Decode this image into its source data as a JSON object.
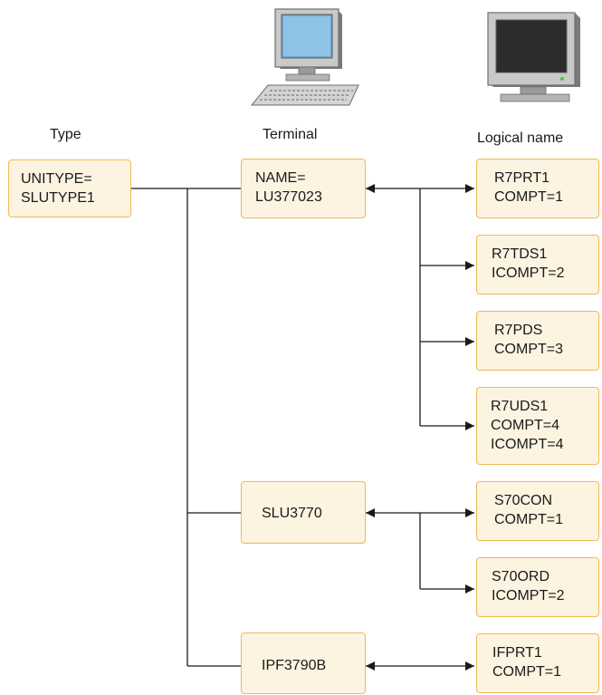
{
  "headers": {
    "type": "Type",
    "terminal": "Terminal",
    "logical_name": "Logical name"
  },
  "icons": {
    "terminal": "computer-with-keyboard-icon",
    "logical_name": "monitor-icon"
  },
  "type_box": {
    "line1": "UNITYPE=",
    "line2": "SLUTYPE1"
  },
  "terminals": [
    {
      "line1": "NAME=",
      "line2": "LU377023"
    },
    {
      "line1": "SLU3770"
    },
    {
      "line1": "IPF3790B"
    }
  ],
  "logical_names": [
    {
      "line1": "R7PRT1",
      "line2": "COMPT=1"
    },
    {
      "line1": "R7TDS1",
      "line2": "ICOMPT=2"
    },
    {
      "line1": "R7PDS",
      "line2": "COMPT=3"
    },
    {
      "line1": "R7UDS1",
      "line2": "COMPT=4",
      "line3": "ICOMPT=4"
    },
    {
      "line1": "S70CON",
      "line2": "COMPT=1"
    },
    {
      "line1": "S70ORD",
      "line2": "ICOMPT=2"
    },
    {
      "line1": "IFPRT1",
      "line2": "COMPT=1"
    }
  ],
  "colors": {
    "box_fill": "#fdf3e1",
    "box_border": "#f0b955",
    "connector": "#1a1a1a"
  }
}
